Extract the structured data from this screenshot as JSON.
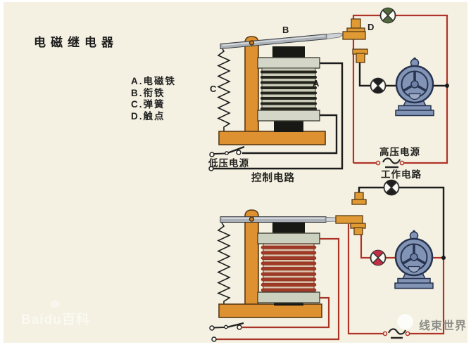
{
  "title": "电磁继电器",
  "legend": {
    "items": [
      "A.电磁铁",
      "B.衔铁",
      "C.弹簧",
      "D.触点"
    ]
  },
  "part_markers": {
    "a": "A",
    "b": "B",
    "c": "C",
    "d": "D"
  },
  "upper_diagram": {
    "power_label": "低压电源",
    "circuit_label": "控制电路"
  },
  "right_panel": {
    "power_label": "高压电源",
    "circuit_label": "工作电路"
  },
  "watermarks": {
    "bottom_left": "Baidu百科",
    "bottom_right": "线束世界"
  },
  "colors": {
    "paper": "#f4f1e2",
    "wire_red": "#b03328",
    "wire_black": "#1b1b1b",
    "frame_orange": "#dd9130",
    "coil_band_upper": "#23231c",
    "coil_band_lower": "#a03a26",
    "motor_body": "#8294b6",
    "lamp_green": "#50683a",
    "lamp_red": "#c22f46",
    "watermark_gray": "#8e8e88"
  }
}
